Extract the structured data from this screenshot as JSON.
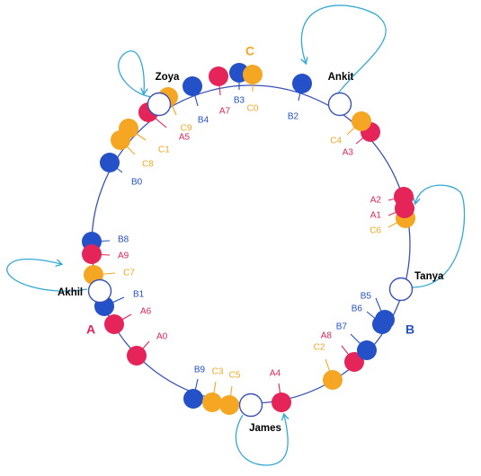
{
  "colors": {
    "ring": "#3b52b8",
    "loop": "#35a9d6",
    "A": "#e5245a",
    "B": "#2450c8",
    "C": "#f5a623",
    "person_fill": "#ffffff",
    "person_stroke": "#3b52b8",
    "person_label": "#000000"
  },
  "people": [
    {
      "id": "zoya",
      "label": "Zoya"
    },
    {
      "id": "ankit",
      "label": "Ankit"
    },
    {
      "id": "tanya",
      "label": "Tanya"
    },
    {
      "id": "james",
      "label": "James"
    },
    {
      "id": "akhil",
      "label": "Akhil"
    }
  ],
  "group_labels": [
    {
      "id": "A",
      "label": "A",
      "color_key": "A"
    },
    {
      "id": "B",
      "label": "B",
      "color_key": "B"
    },
    {
      "id": "C",
      "label": "C",
      "color_key": "C"
    }
  ],
  "nodes": [
    {
      "id": "b3",
      "label": "B3",
      "group": "B"
    },
    {
      "id": "c0",
      "label": "C0",
      "group": "C"
    },
    {
      "id": "a7",
      "label": "A7",
      "group": "A"
    },
    {
      "id": "b4",
      "label": "B4",
      "group": "B"
    },
    {
      "id": "c9",
      "label": "C9",
      "group": "C"
    },
    {
      "id": "a5",
      "label": "A5",
      "group": "A"
    },
    {
      "id": "c1",
      "label": "C1",
      "group": "C"
    },
    {
      "id": "c8",
      "label": "C8",
      "group": "C"
    },
    {
      "id": "b0",
      "label": "B0",
      "group": "B"
    },
    {
      "id": "b8",
      "label": "B8",
      "group": "B"
    },
    {
      "id": "a9",
      "label": "A9",
      "group": "A"
    },
    {
      "id": "c7",
      "label": "C7",
      "group": "C"
    },
    {
      "id": "b1",
      "label": "B1",
      "group": "B"
    },
    {
      "id": "a6",
      "label": "A6",
      "group": "A"
    },
    {
      "id": "a0",
      "label": "A0",
      "group": "A"
    },
    {
      "id": "b9",
      "label": "B9",
      "group": "B"
    },
    {
      "id": "c3",
      "label": "C3",
      "group": "C"
    },
    {
      "id": "c5",
      "label": "C5",
      "group": "C"
    },
    {
      "id": "a4",
      "label": "A4",
      "group": "A"
    },
    {
      "id": "c2",
      "label": "C2",
      "group": "C"
    },
    {
      "id": "a8",
      "label": "A8",
      "group": "A"
    },
    {
      "id": "b7",
      "label": "B7",
      "group": "B"
    },
    {
      "id": "b6",
      "label": "B6",
      "group": "B"
    },
    {
      "id": "b5",
      "label": "B5",
      "group": "B"
    },
    {
      "id": "c6",
      "label": "C6",
      "group": "C"
    },
    {
      "id": "a1",
      "label": "A1",
      "group": "A"
    },
    {
      "id": "a2",
      "label": "A2",
      "group": "A"
    },
    {
      "id": "a3",
      "label": "A3",
      "group": "A"
    },
    {
      "id": "c4",
      "label": "C4",
      "group": "C"
    },
    {
      "id": "b2",
      "label": "B2",
      "group": "B"
    }
  ]
}
